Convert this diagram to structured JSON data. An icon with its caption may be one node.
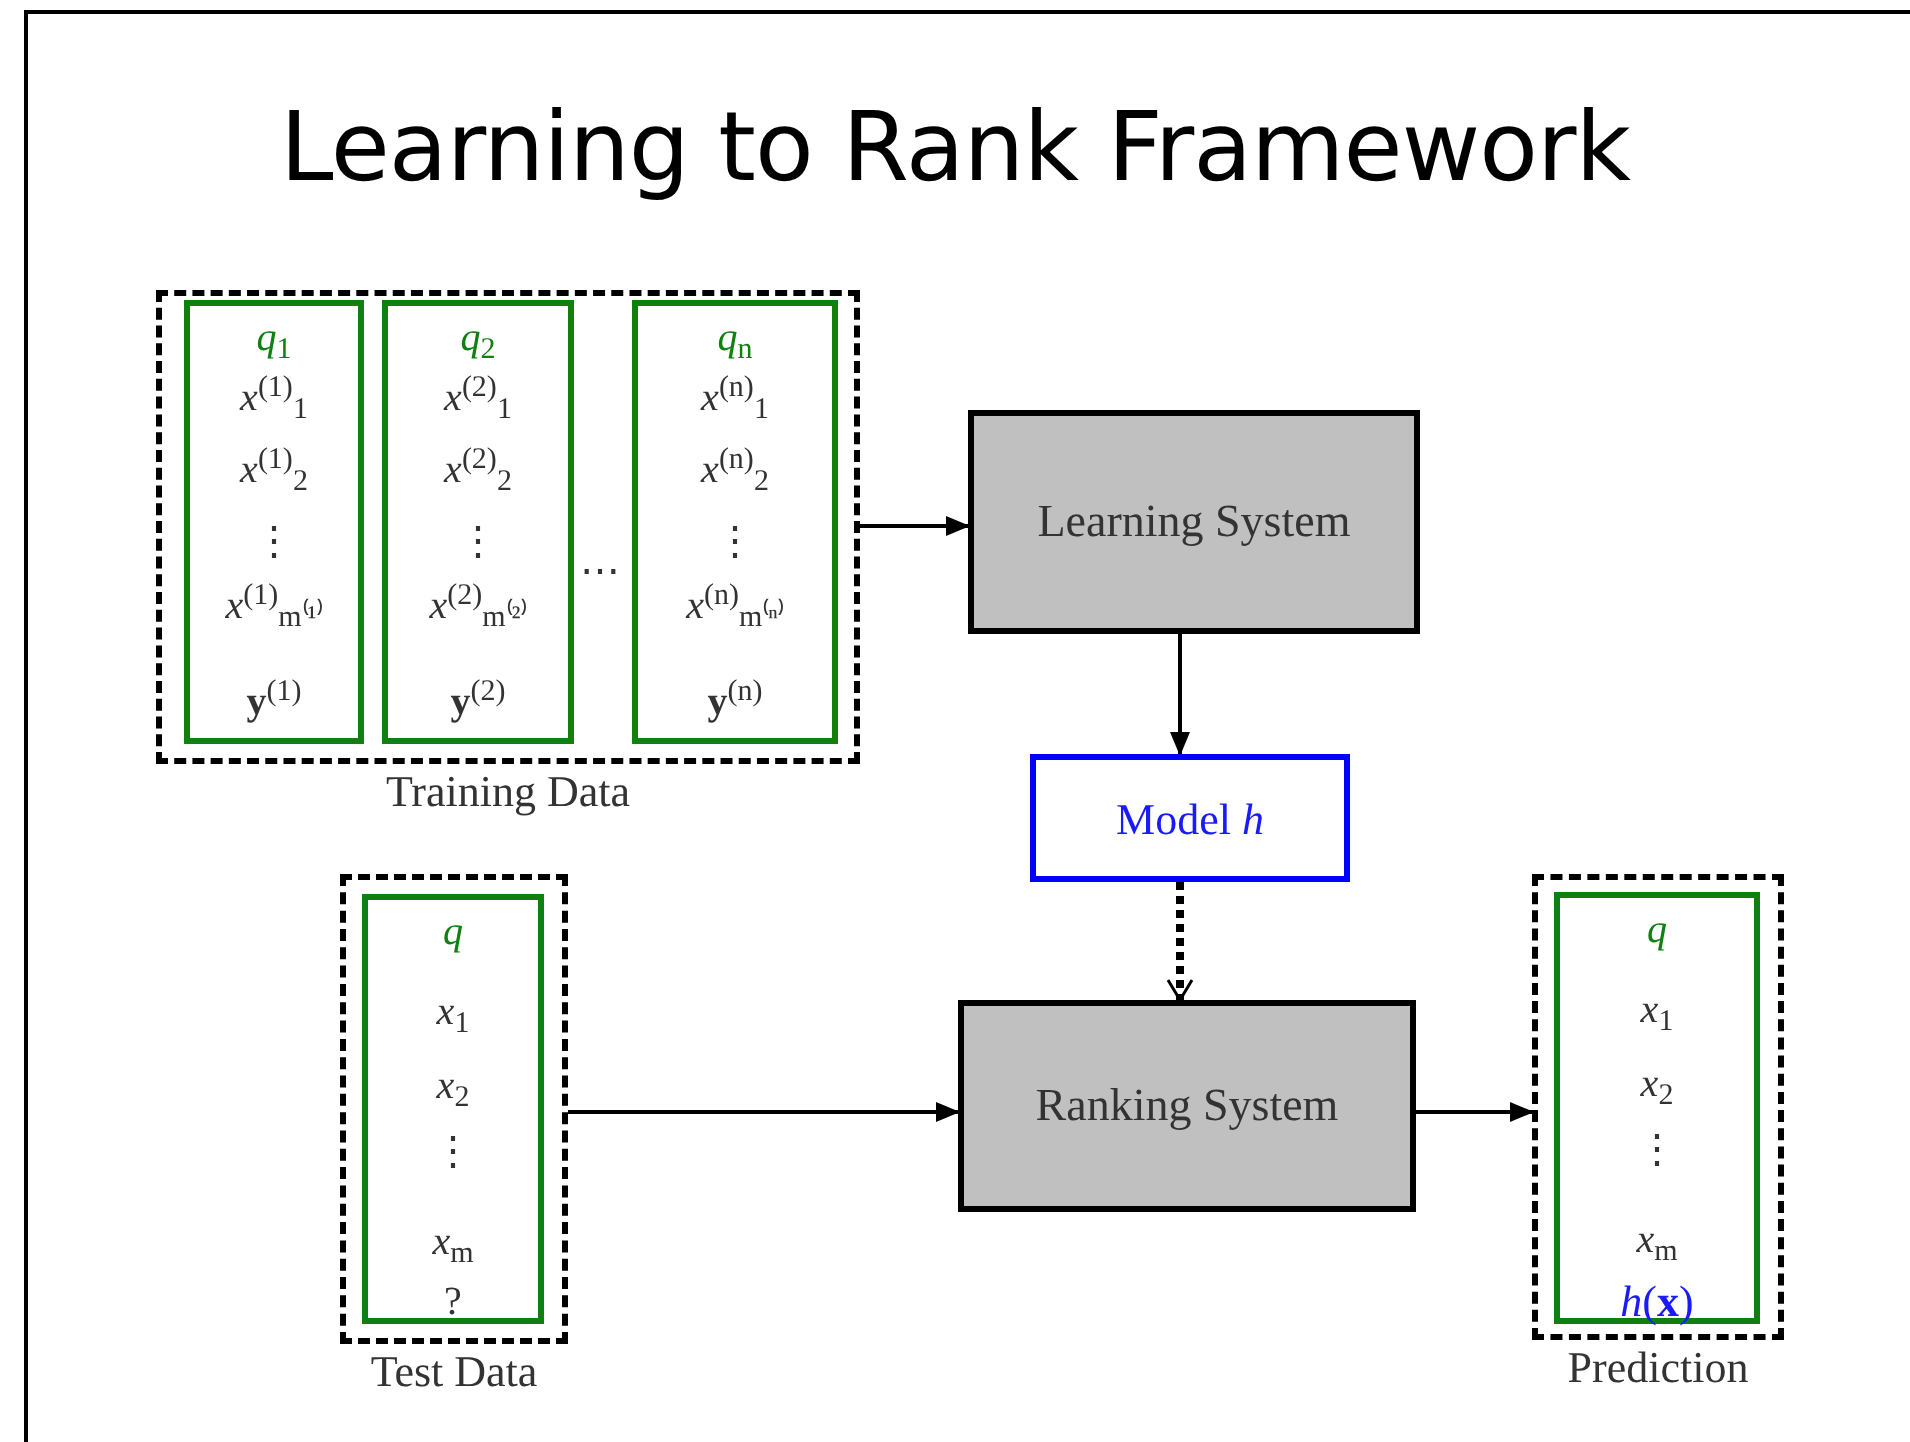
{
  "diagram": {
    "title": "Learning to Rank Framework",
    "nodes": [
      {
        "text": [
          "Training Data"
        ]
      },
      {
        "text": [
          "*q*$_{1}$",
          "*x*$^{(1)}$$_{1}$",
          "*x*$^{(1)}$$_{2}$",
          "⋮",
          "*x*$^{(1)}$$_{m⁽¹⁾}$",
          "**y**$^{(1)}$"
        ],
        "in": 0
      },
      {
        "text": [
          "*q*$_{2}$",
          "*x*$^{(2)}$$_{1}$",
          "*x*$^{(2)}$$_{2}$",
          "⋮",
          "*x*$^{(2)}$$_{m⁽²⁾}$",
          "**y**$^{(2)}$"
        ],
        "in": 0
      },
      {
        "text": [
          "*q*$_{n}$",
          "*x*$^{(n)}$$_{1}$",
          "*x*$^{(n)}$$_{2}$",
          "⋮",
          "*x*$^{(n)}$$_{m⁽ⁿ⁾}$",
          "**y**$^{(n)}$"
        ],
        "in": 0
      },
      {
        "text": [
          "Learning System"
        ]
      },
      {
        "text": [
          "Model *h*"
        ]
      },
      {
        "text": [
          "Test Data"
        ]
      },
      {
        "text": [
          "*q*",
          "*x*$_{1}$",
          "*x*$_{2}$",
          "⋮",
          "*x*$_{m}$",
          "?"
        ],
        "in": 6
      },
      {
        "text": [
          "Ranking System"
        ]
      },
      {
        "text": [
          "Prediction"
        ]
      },
      {
        "text": [
          "*q*",
          "*x*$_{1}$",
          "*x*$_{2}$",
          "⋮",
          "*x*$_{m}$",
          "*h*(**x**)"
        ],
        "in": 9
      }
    ],
    "edges": [
      {
        "from": 0,
        "to": 4,
        "arrow": "to"
      },
      {
        "from": 4,
        "to": 5,
        "arrow": "to"
      },
      {
        "from": 5,
        "to": 8,
        "arrow": "to",
        "style": "dashed"
      },
      {
        "from": 6,
        "to": 8,
        "arrow": "to"
      },
      {
        "from": 8,
        "to": 9,
        "arrow": "to"
      }
    ],
    "labels": [
      "⋯"
    ]
  }
}
